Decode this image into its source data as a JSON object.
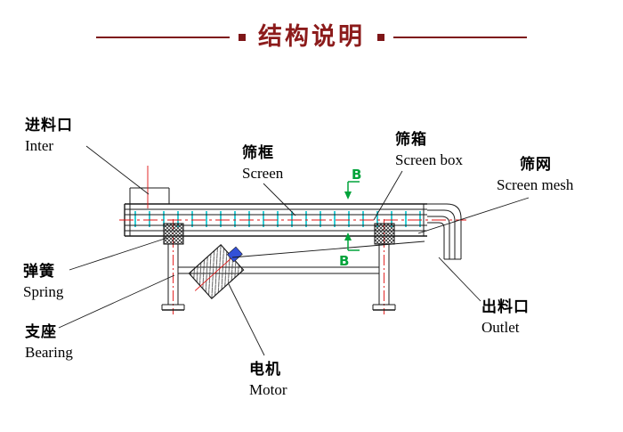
{
  "header": {
    "title": "结构说明"
  },
  "diagram": {
    "section_marker": "B",
    "labels": {
      "inlet": {
        "cn": "进料口",
        "en": "Inter"
      },
      "screen_frame": {
        "cn": "筛框",
        "en": "Screen"
      },
      "screen_box": {
        "cn": "筛箱",
        "en": "Screen box"
      },
      "screen_mesh": {
        "cn": "筛网",
        "en": "Screen mesh"
      },
      "spring": {
        "cn": "弹簧",
        "en": "Spring"
      },
      "bearing": {
        "cn": "支座",
        "en": "Bearing"
      },
      "motor": {
        "cn": "电机",
        "en": "Motor"
      },
      "outlet": {
        "cn": "出料口",
        "en": "Outlet"
      }
    },
    "colors": {
      "accent_maroon": "#8c1b1b",
      "drawing_line": "#1a1a1a",
      "centerline_red": "#e01010",
      "mesh_tick_cyan": "#00c2cc",
      "section_green": "#00a33a",
      "motor_blue": "#3350d8"
    }
  }
}
